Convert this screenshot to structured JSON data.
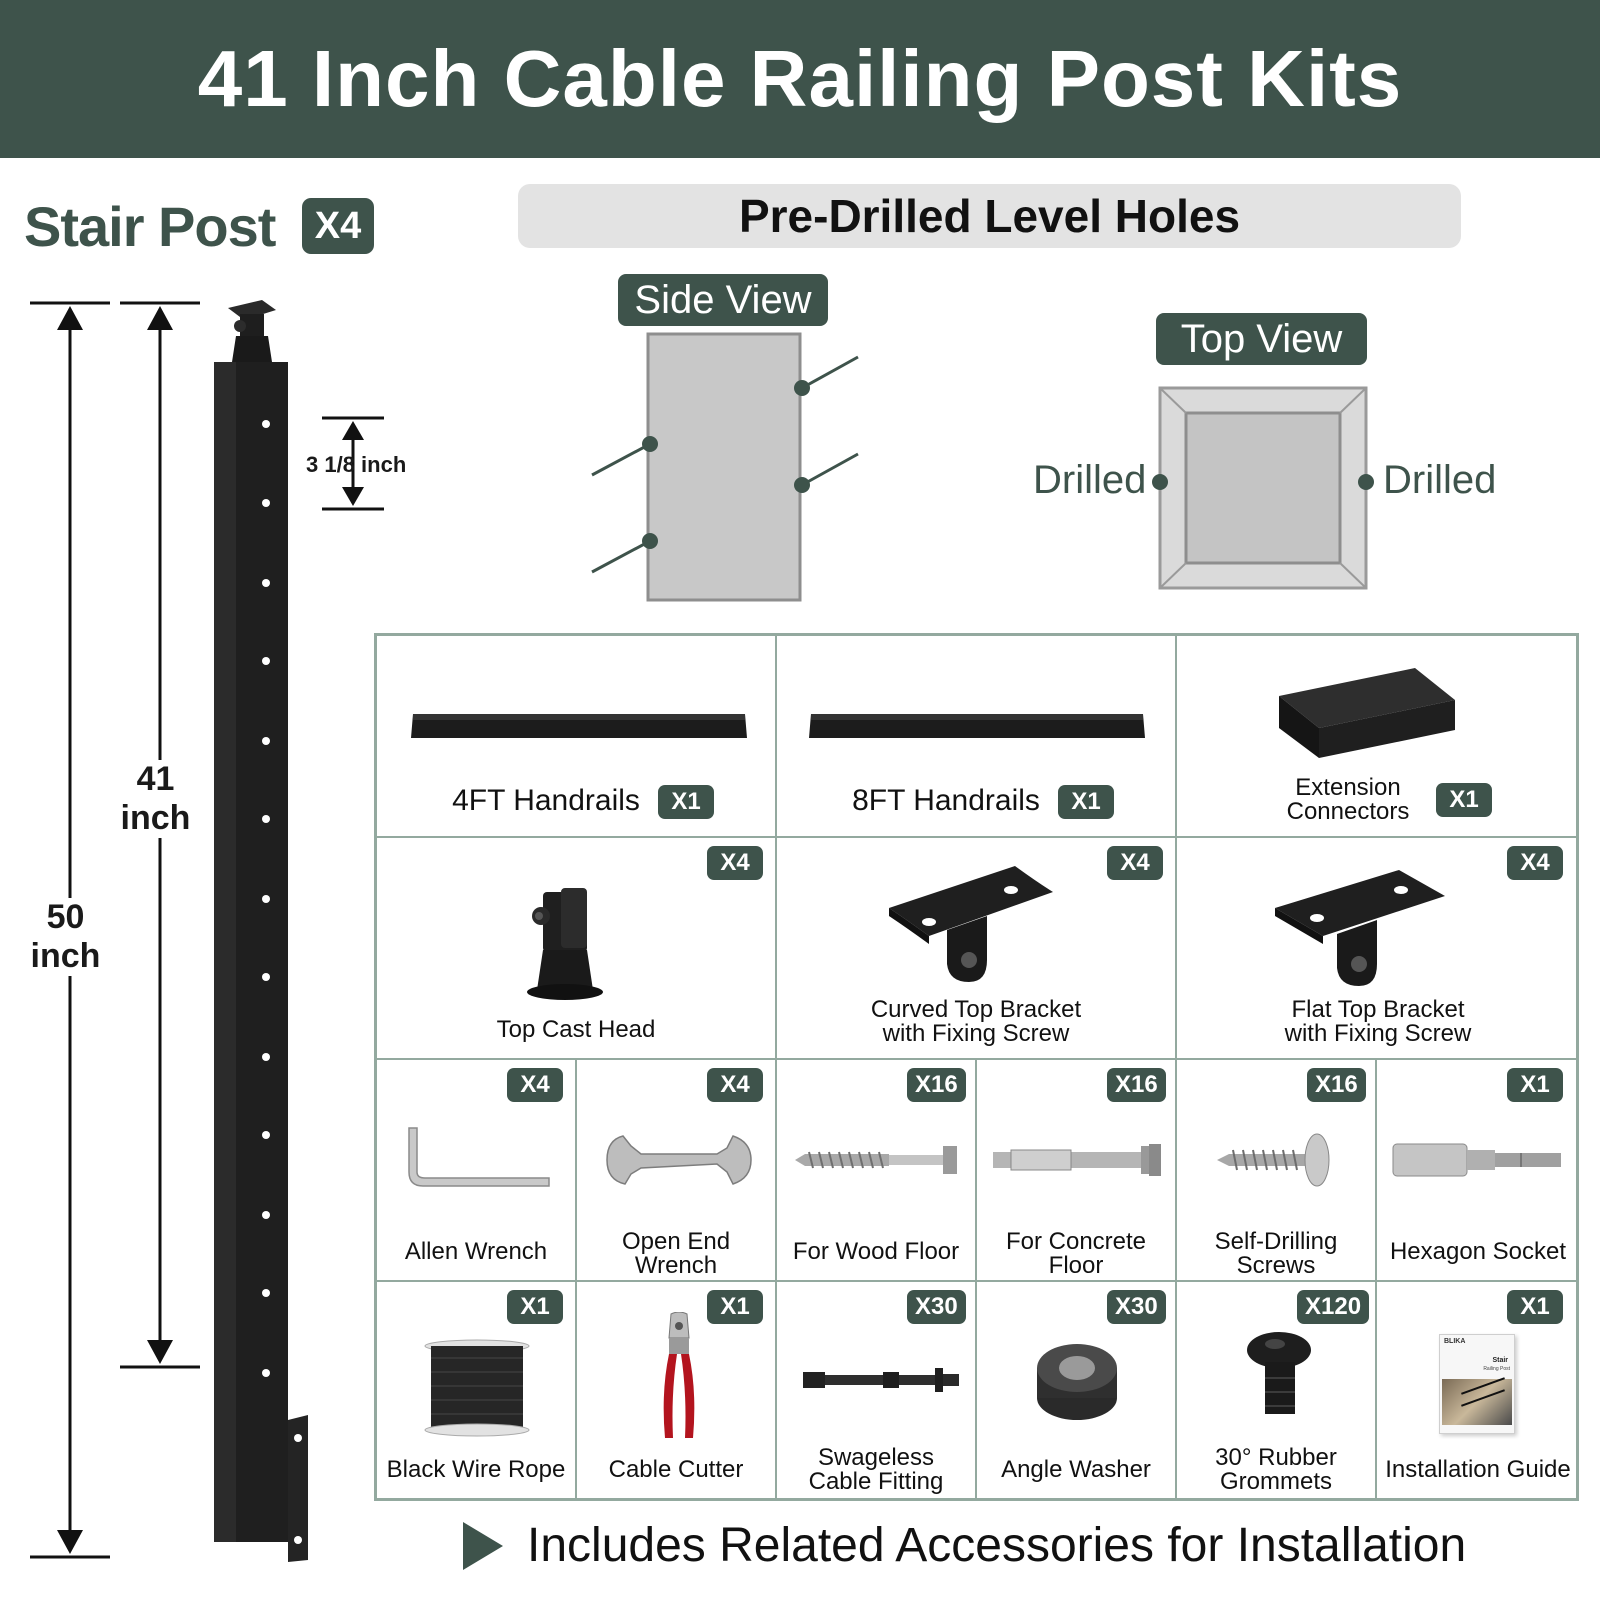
{
  "header": {
    "title": "41 Inch Cable Railing Post Kits"
  },
  "stair_post": {
    "title": "Stair Post",
    "qty": "X4"
  },
  "dimensions": {
    "total": "50\ninch",
    "total_value": "50",
    "total_unit": "inch",
    "height_value": "41",
    "height_unit": "inch",
    "hole_spacing": "3 1/8 inch"
  },
  "predrilled": {
    "title": "Pre-Drilled Level Holes"
  },
  "views": {
    "side": "Side View",
    "top": "Top View",
    "drilled_left": "Drilled",
    "drilled_right": "Drilled"
  },
  "colors": {
    "brand": "#3e534b",
    "grid_border": "#93a99f",
    "banner_gray": "#e3e3e3",
    "post": "#1f1f1f"
  },
  "parts": {
    "row1": [
      {
        "label": "4FT Handrails",
        "qty": "X1",
        "icon": "handrail-icon"
      },
      {
        "label": "8FT Handrails",
        "qty": "X1",
        "icon": "handrail-icon"
      },
      {
        "label_line1": "Extension",
        "label_line2": "Connectors",
        "qty": "X1",
        "icon": "connector-block-icon"
      }
    ],
    "row2": [
      {
        "label": "Top Cast Head",
        "qty": "X4",
        "icon": "cast-head-icon"
      },
      {
        "label_line1": "Curved Top Bracket",
        "label_line2": "with Fixing Screw",
        "qty": "X4",
        "icon": "curved-bracket-icon"
      },
      {
        "label_line1": "Flat Top Bracket",
        "label_line2": "with Fixing Screw",
        "qty": "X4",
        "icon": "flat-bracket-icon"
      }
    ],
    "row3": [
      {
        "label": "Allen Wrench",
        "qty": "X4",
        "icon": "allen-wrench-icon"
      },
      {
        "label_line1": "Open End",
        "label_line2": "Wrench",
        "qty": "X4",
        "icon": "open-end-wrench-icon"
      },
      {
        "label": "For Wood Floor",
        "qty": "X16",
        "icon": "lag-bolt-icon"
      },
      {
        "label_line1": "For Concrete",
        "label_line2": "Floor",
        "qty": "X16",
        "icon": "anchor-bolt-icon"
      },
      {
        "label_line1": "Self-Drilling",
        "label_line2": "Screws",
        "qty": "X16",
        "icon": "self-drilling-screw-icon"
      },
      {
        "label": "Hexagon Socket",
        "qty": "X1",
        "icon": "hex-socket-icon"
      }
    ],
    "row4": [
      {
        "label": "Black Wire Rope",
        "qty": "X1",
        "icon": "wire-rope-spool-icon"
      },
      {
        "label": "Cable Cutter",
        "qty": "X1",
        "icon": "cable-cutter-icon"
      },
      {
        "label_line1": "Swageless",
        "label_line2": "Cable Fitting",
        "qty": "X30",
        "icon": "cable-fitting-icon"
      },
      {
        "label": "Angle Washer",
        "qty": "X30",
        "icon": "angle-washer-icon"
      },
      {
        "label_line1": "30° Rubber",
        "label_line2": "Grommets",
        "qty": "X120",
        "icon": "rubber-grommet-icon"
      },
      {
        "label": "Installation Guide",
        "qty": "X1",
        "icon": "installation-guide-icon"
      }
    ]
  },
  "guide_cover": {
    "brand": "BLIKA",
    "title_line1": "Stair",
    "title_line2": "Railing Post"
  },
  "footer": {
    "text": "Includes Related Accessories for Installation"
  }
}
